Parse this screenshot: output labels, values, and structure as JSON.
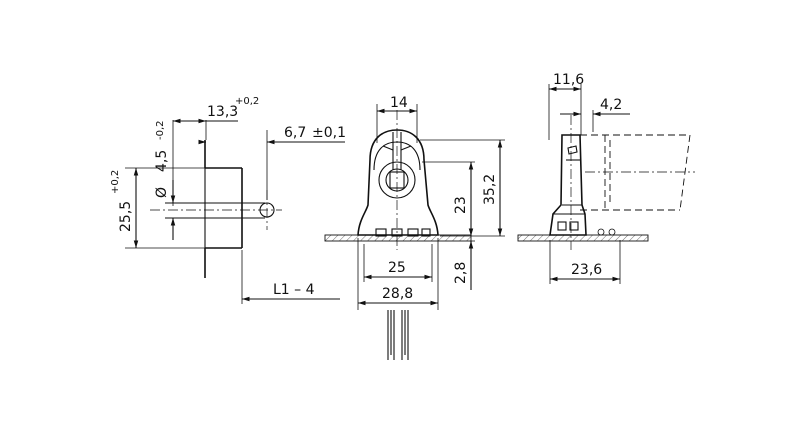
{
  "side_view": {
    "dim_offset_top": "13,3",
    "dim_offset_top_tol": "+0,2",
    "dim_hole_center": "6,7",
    "dim_hole_center_tol": "±0,1",
    "dim_hole_dia_symbol": "Ø",
    "dim_hole_dia": "4,5",
    "dim_hole_dia_tol": "-0,2",
    "dim_height": "25,5",
    "dim_height_tol": "+0,2",
    "dim_length": "L1 – 4"
  },
  "front_view": {
    "dim_top_width": "14",
    "dim_inner_height": "23",
    "dim_total_height": "35,2",
    "dim_panel_thickness": "2,8",
    "dim_base_width": "25",
    "dim_overall_width": "28,8"
  },
  "profile_view": {
    "dim_width_top": "11,6",
    "dim_offset": "4,2",
    "dim_base": "23,6"
  }
}
